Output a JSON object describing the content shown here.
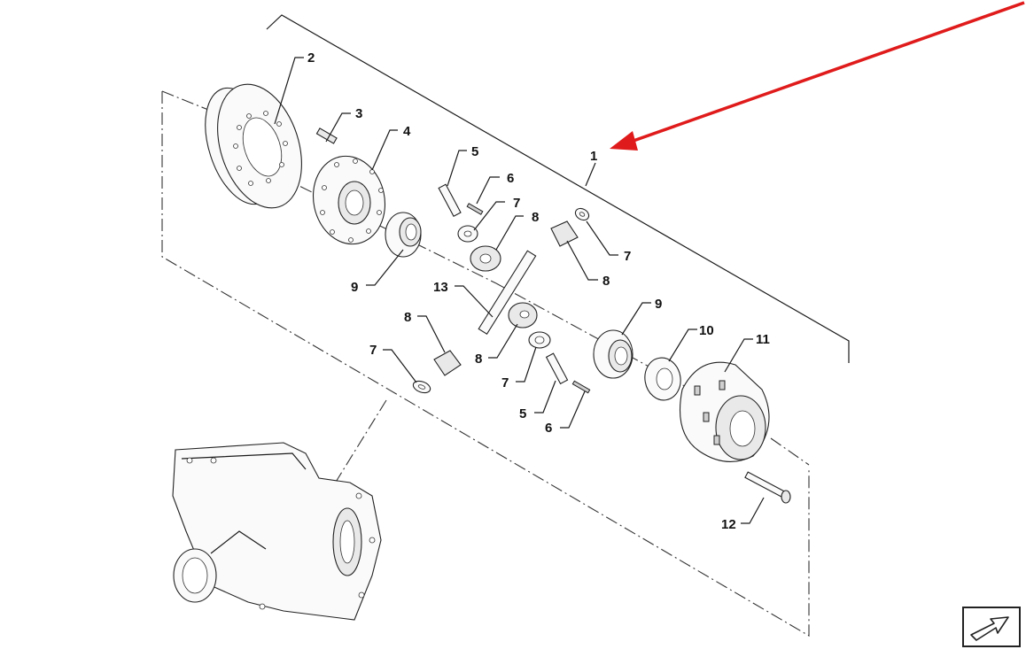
{
  "labels": {
    "l1": "1",
    "l2": "2",
    "l3": "3",
    "l4": "4",
    "l5a": "5",
    "l5b": "5",
    "l6a": "6",
    "l6b": "6",
    "l7a": "7",
    "l7b": "7",
    "l7c": "7",
    "l7d": "7",
    "l8a": "8",
    "l8b": "8",
    "l8c": "8",
    "l8d": "8",
    "l9a": "9",
    "l9b": "9",
    "l10": "10",
    "l11": "11",
    "l12": "12",
    "l13": "13"
  },
  "colors": {
    "arrow": "#e01b1b",
    "lines": "#1a1a1a"
  },
  "icons": {
    "nav": "forward-arrow-icon"
  }
}
